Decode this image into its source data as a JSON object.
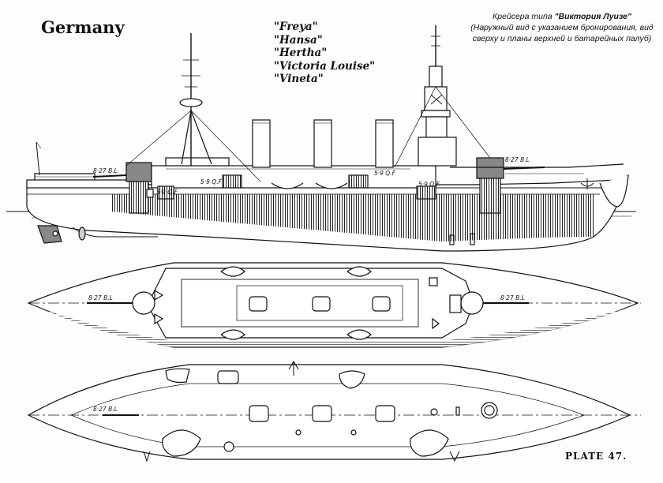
{
  "header": {
    "country": "Germany",
    "ship_names": [
      "\"Freya\"",
      "\"Hansa\"",
      "\"Hertha\"",
      "\"Victoria Louise\"",
      "\"Vineta\""
    ]
  },
  "caption": {
    "prefix": "Крейсера типа ",
    "class_name": "\"Виктория Луизе\"",
    "body": "(Наружный вид с указанием бронирования, вид сверху и планы верхней и батарейных палуб)"
  },
  "labels": {
    "gun_fwd": "8·27 B.L",
    "gun_aft": "8·27 B.L",
    "casemate_1": "5·9 Q.F",
    "casemate_2": "5·9 Q.F",
    "casemate_3": "5·9 Q.F",
    "casemate_4": "5·9 Q.F",
    "plan_aft_gun": "8·27 B.L",
    "plan_fwd_gun": "8·27 B.L",
    "deck_aft_gun": "8·27 B.L"
  },
  "footer": {
    "plate": "PLATE 47."
  }
}
